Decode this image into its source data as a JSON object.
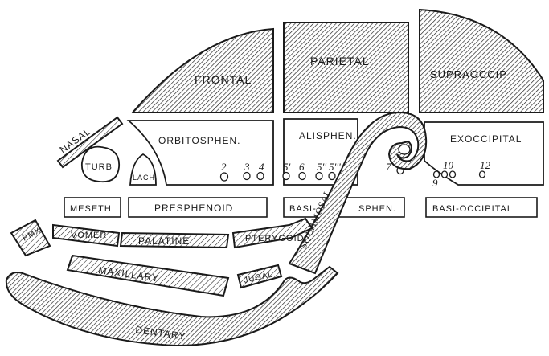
{
  "labels": {
    "frontal": "FRONTAL",
    "parietal": "PARIETAL",
    "supraoccip": "SUPRAOCCIP",
    "orbitosphen": "ORBITOSPHEN.",
    "alisphen": "ALISPHEN.",
    "exoccipital": "EXOCCIPITAL",
    "nasal": "NASAL",
    "turb": "TURB",
    "lach": "LACH",
    "meseth": "MESETH",
    "presphenoid": "PRESPHENOID",
    "basi": "BASI-",
    "sphen": "SPHEN.",
    "basioccipital": "BASI-OCCIPITAL",
    "pmx": "PMX",
    "vomer": "VOMER",
    "palatine": "PALATINE",
    "pterygoid": "PTERYGOID.",
    "squamosal": "SQUAMOSAL",
    "maxillary": "MAXILLARY",
    "jugal": "JUGAL",
    "dentary": "DENTARY"
  },
  "foramina": {
    "n2": "2",
    "n3": "3",
    "n4": "4",
    "n5a": "5'",
    "n6": "6",
    "n5b": "5''",
    "n5c": "5'''",
    "n7": "7",
    "n10": "10",
    "n12": "12",
    "n9": "9"
  }
}
